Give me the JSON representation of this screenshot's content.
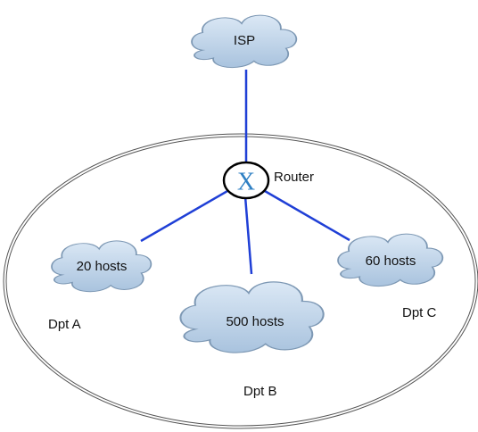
{
  "nodes": {
    "isp": {
      "label": "ISP"
    },
    "router": {
      "symbol": "X",
      "label": "Router"
    },
    "dept_a": {
      "label": "20 hosts",
      "name": "Dpt A"
    },
    "dept_b": {
      "label": "500 hosts",
      "name": "Dpt B"
    },
    "dept_c": {
      "label": "60 hosts",
      "name": "Dpt C"
    }
  },
  "colors": {
    "link": "#1f3fd6",
    "cloud_fill_top": "#dbe8f5",
    "cloud_fill_bottom": "#a9c3de",
    "cloud_stroke": "#7d98b4",
    "router_fill": "#ffffff",
    "router_stroke": "#000000",
    "router_symbol": "#2e7fc3",
    "boundary_stroke": "#555555"
  },
  "edges": [
    {
      "from": "isp",
      "to": "router"
    },
    {
      "from": "router",
      "to": "dept_a"
    },
    {
      "from": "router",
      "to": "dept_b"
    },
    {
      "from": "router",
      "to": "dept_c"
    }
  ]
}
